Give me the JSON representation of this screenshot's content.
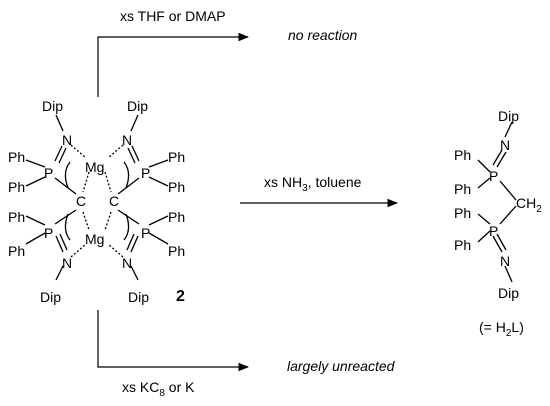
{
  "conditions": {
    "top": "xs THF or DMAP",
    "middle_prefix": "xs NH",
    "middle_sub": "3",
    "middle_suffix": ", toluene",
    "bottom_prefix": "xs KC",
    "bottom_sub": "8",
    "bottom_suffix": " or K"
  },
  "outcomes": {
    "top": "no reaction",
    "bottom": "largely unreacted"
  },
  "reactant": {
    "compound_number": "2",
    "atoms": {
      "dip": "Dip",
      "n": "N",
      "mg": "Mg",
      "p": "P",
      "c": "C",
      "ph": "Ph"
    }
  },
  "product": {
    "dip": "Dip",
    "ph": "Ph",
    "p": "P",
    "n": "N",
    "ch2_main": "CH",
    "ch2_sub": "2",
    "label_prefix": "(= H",
    "label_sub": "2",
    "label_suffix": "L)"
  }
}
